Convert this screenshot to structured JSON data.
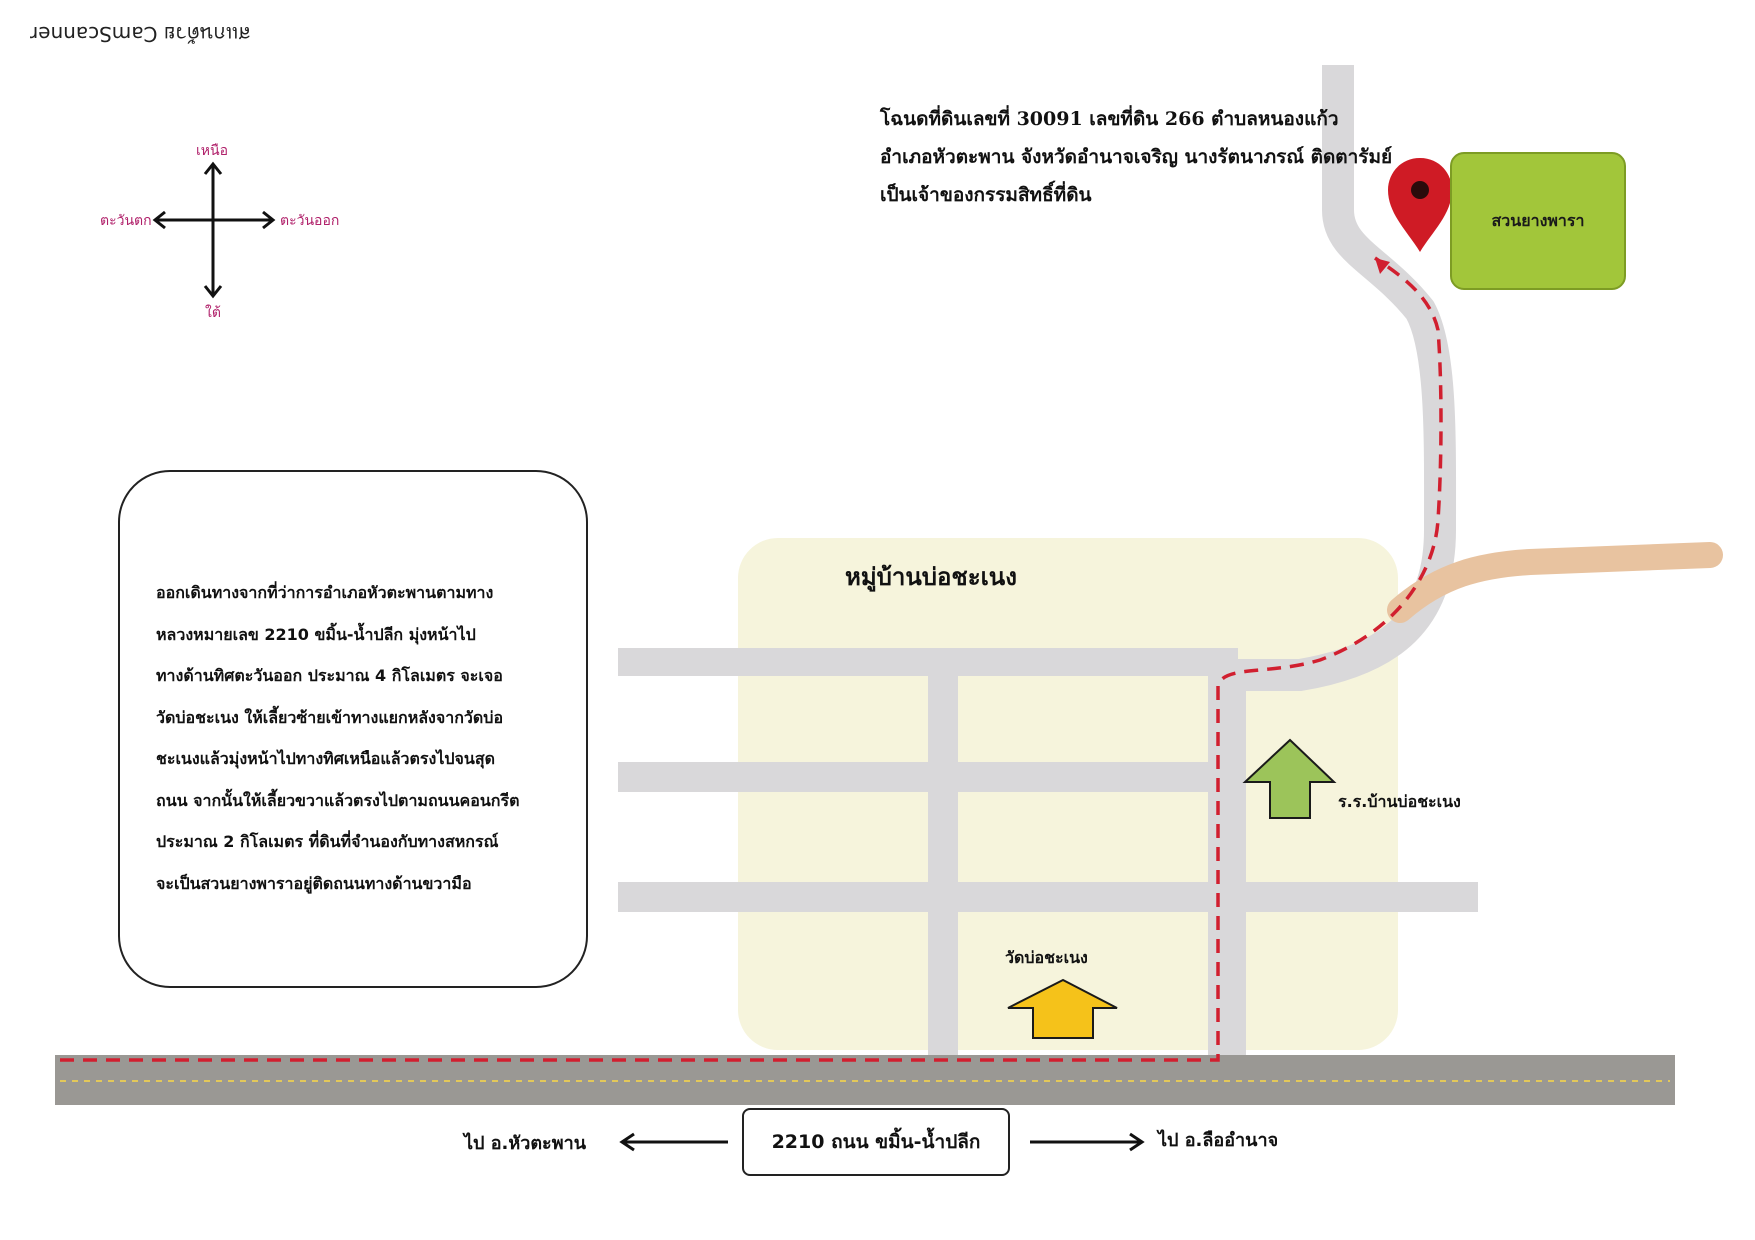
{
  "watermark": "สแกนด้วย CamScanner",
  "compass": {
    "north": "เหนือ",
    "south": "ใต้",
    "east": "ตะวันออก",
    "west": "ตะวันตก"
  },
  "deed": {
    "lines": [
      "โฉนดที่ดินเลขที่ 30091 เลขที่ดิน 266 ตำบลหนองแก้ว",
      "อำเภอหัวตะพาน จังหวัดอำนาจเจริญ นางรัตนาภรณ์ ติดตารัมย์",
      "เป็นเจ้าของกรรมสิทธิ์ที่ดิน"
    ]
  },
  "directions": {
    "lines": [
      "ออกเดินทางจากที่ว่าการอำเภอหัวตะพานตามทาง",
      "หลวงหมายเลข 2210 ขมิ้น-น้ำปลีก มุ่งหน้าไป",
      "ทางด้านทิศตะวันออก ประมาณ 4 กิโลเมตร จะเจอ",
      "วัดบ่อชะเนง ให้เลี้ยวซ้ายเข้าทางแยกหลังจากวัดบ่อ",
      "ชะเนงแล้วมุ่งหน้าไปทางทิศเหนือแล้วตรงไปจนสุด",
      "ถนน จากนั้นให้เลี้ยวขวาแล้วตรงไปตามถนนคอนกรีต",
      "ประมาณ 2 กิโลเมตร ที่ดินที่จำนองกับทางสหกรณ์",
      "จะเป็นสวนยางพาราอยู่ติดถนนทางด้านขวามือ"
    ]
  },
  "village": {
    "label": "หมู่บ้านบ่อชะเนง"
  },
  "rubber_plantation": {
    "label": "สวนยางพารา"
  },
  "school": {
    "label": "ร.ร.บ้านบ่อชะเนง"
  },
  "temple": {
    "label": "วัดบ่อชะเนง"
  },
  "highway": {
    "label": "2210 ถนน ขมิ้น-น้ำปลีก",
    "to_left": "ไป อ.หัวตะพาน",
    "to_right": "ไป อ.ลืออำนาจ"
  },
  "icons": [
    "location-pin-icon",
    "compass-icon",
    "arrow-left-icon",
    "arrow-right-icon",
    "arrow-up-icon"
  ],
  "colors": {
    "route": "#d11f2f",
    "village_area": "#f6f4dc",
    "plantation": "#a2c63a",
    "school_arrow": "#9cc45a",
    "temple_arrow": "#f5c21a",
    "pin": "#cf1b25",
    "branch_road": "#e8c3a0",
    "local_road": "#d9d8da",
    "highway": "#9a9894"
  }
}
